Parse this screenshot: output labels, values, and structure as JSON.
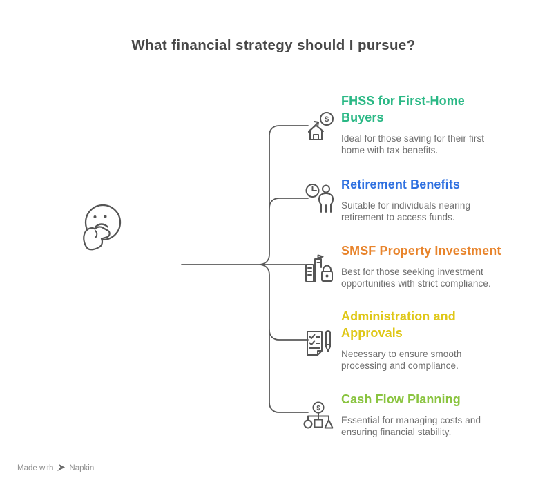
{
  "title": "What financial strategy should I pursue?",
  "center": {
    "icon": "thinking-face-icon"
  },
  "items": [
    {
      "title": "FHSS for First-Home\nBuyers",
      "description": "Ideal for those saving for their first\nhome with tax benefits.",
      "color": "#2ab885",
      "icon": "house-dollar-icon"
    },
    {
      "title": "Retirement Benefits",
      "description": "Suitable for individuals nearing\nretirement to access funds.",
      "color": "#2e70e0",
      "icon": "clock-person-icon"
    },
    {
      "title": "SMSF Property Investment",
      "description": "Best for those seeking investment\nopportunities with strict compliance.",
      "color": "#e8842c",
      "icon": "building-lock-icon"
    },
    {
      "title": "Administration and\nApprovals",
      "description": "Necessary to ensure smooth\nprocessing and compliance.",
      "color": "#dfc716",
      "icon": "checklist-pen-icon"
    },
    {
      "title": "Cash Flow Planning",
      "description": "Essential for managing costs and\nensuring financial stability.",
      "color": "#8ac440",
      "icon": "dollar-flowchart-icon"
    }
  ],
  "watermark": {
    "prefix": "Made with",
    "brand": "Napkin"
  },
  "colors": {
    "title": "#484848",
    "description": "#6e6e6e",
    "line": "#5a5a5a",
    "icon": "#555555",
    "background": "#ffffff"
  }
}
